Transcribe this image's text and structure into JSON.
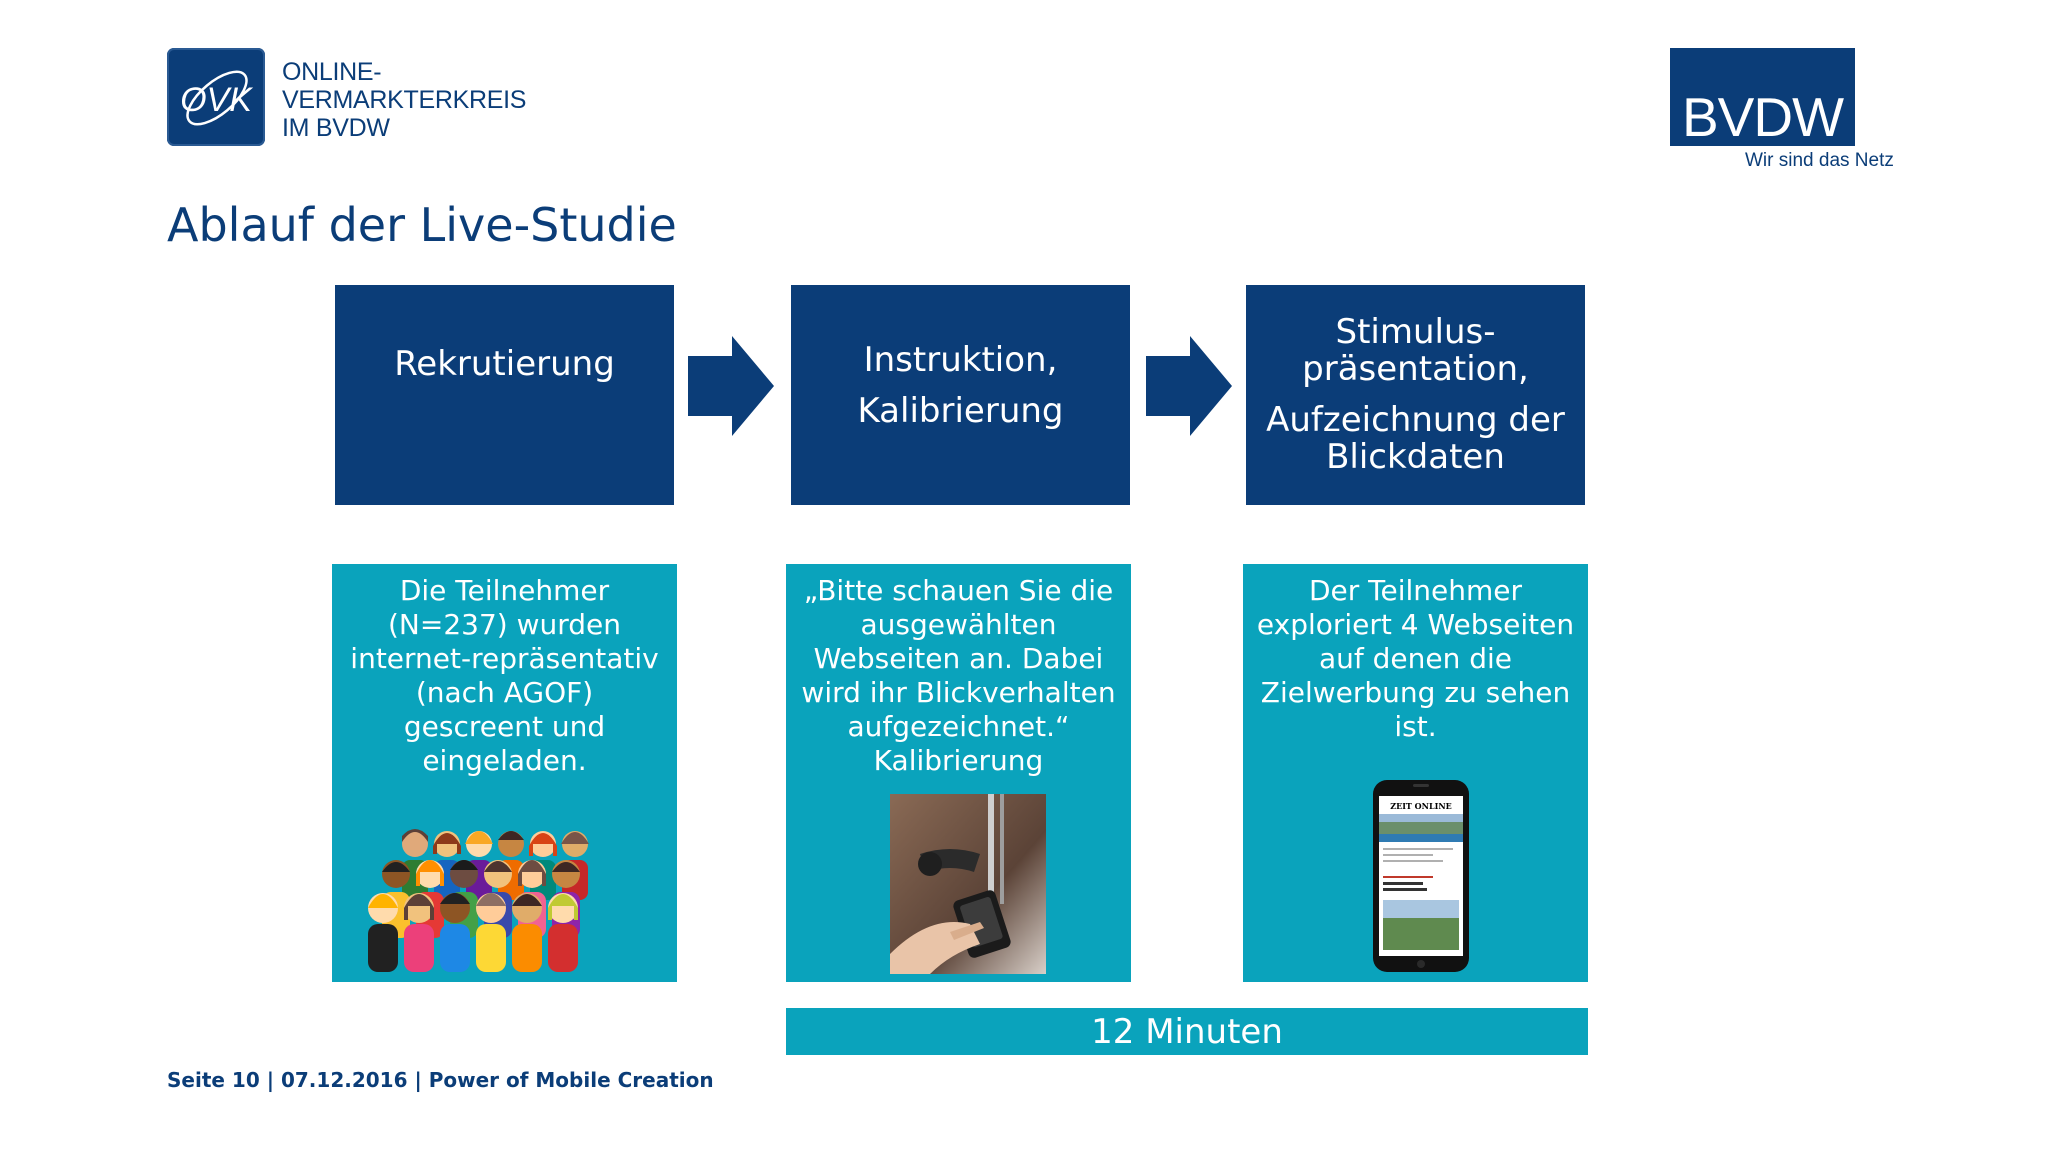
{
  "header": {
    "ovk_logo_text": "OVK",
    "ovk_name_lines": [
      "ONLINE-",
      "VERMARKTERKREIS",
      "IM BVDW"
    ],
    "bvdw_logo_text": "BVDW",
    "bvdw_tagline": "Wir sind das Netz"
  },
  "title": "Ablauf der Live-Studie",
  "steps": [
    {
      "lines": [
        "Rekrutierung"
      ]
    },
    {
      "lines": [
        "Instruktion,",
        "Kalibrierung"
      ]
    },
    {
      "lines": [
        "Stimulus-",
        "präsentation,",
        "Aufzeichnung der",
        "Blickdaten"
      ]
    }
  ],
  "details": [
    {
      "lines": [
        "Die Teilnehmer",
        "(N=237) wurden",
        "internet-repräsentativ",
        "(nach AGOF)",
        "gescreent und",
        "eingeladen."
      ]
    },
    {
      "lines": [
        "„Bitte schauen Sie die",
        "ausgewählten",
        "Webseiten an. Dabei",
        "wird ihr Blickverhalten",
        "aufgezeichnet.“",
        "Kalibrierung"
      ]
    },
    {
      "lines": [
        "Der Teilnehmer",
        "exploriert 4 Webseiten",
        "auf denen die",
        "Zielwerbung zu sehen",
        "ist."
      ]
    }
  ],
  "phone_screen": {
    "site_name": "ZEIT ONLINE"
  },
  "duration": "12 Minuten",
  "footer": "Seite 10 | 07.12.2016 | Power of Mobile Creation",
  "colors": {
    "navy": "#0b3d78",
    "teal": "#0aa3bc"
  }
}
